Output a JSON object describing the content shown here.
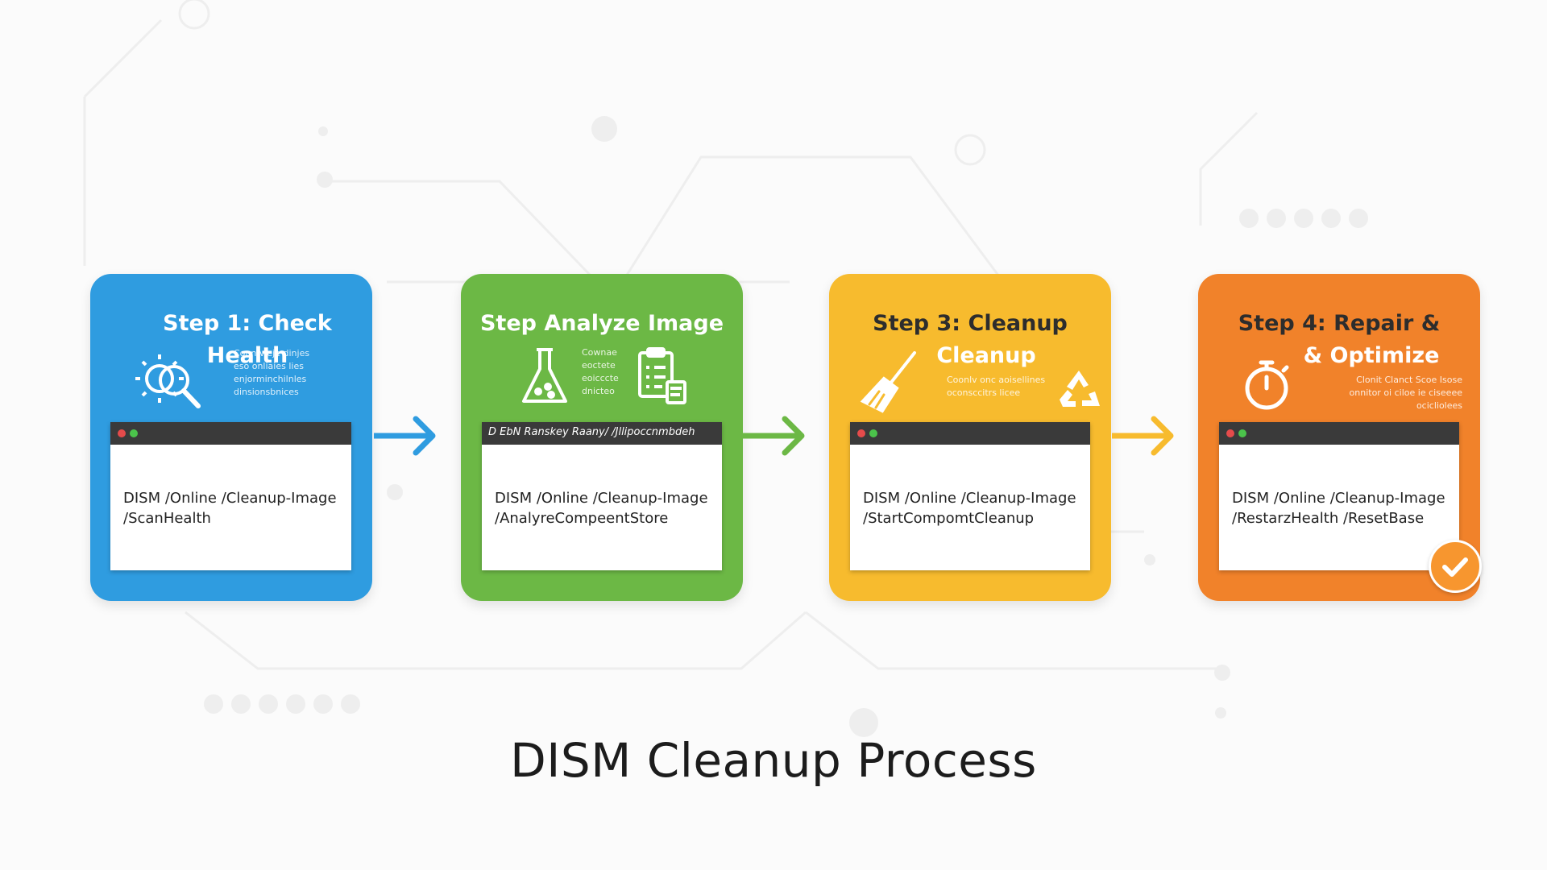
{
  "title": "DISM Cleanup Process",
  "steps": [
    {
      "title": "Step 1: Check Health",
      "icon": "gear-magnifier-icon",
      "desc": [
        "Conn vieje dinjes",
        "eso onliaies lies",
        "enjorminchilnles",
        "dinsionsbnices"
      ],
      "terminal_bar": "",
      "cmd": [
        "DISM /Online /Cleanup-Image",
        "/ScanHealth"
      ],
      "arrow_color": "#2f9ce0"
    },
    {
      "title": "Step Analyze Image",
      "icon": "flask-clipboard-icon",
      "desc": [
        "Cownae",
        "eoctete",
        "eoicccte",
        "dnicteo"
      ],
      "terminal_bar": "D EbN  Ranskey Raany/ /Jllipoccnmbdeh",
      "cmd": [
        "DISM /Online /Cleanup-Image",
        "/AnalyreCompeentStore"
      ],
      "arrow_color": "#6cb845"
    },
    {
      "title": "Step 3: Cleanup",
      "title_line2": "Cleanup",
      "icon": "broom-icon",
      "icon2": "recycle-icon",
      "desc": [
        "Coonlv onc aoisellines",
        "oconsccitrs licee"
      ],
      "terminal_bar": "",
      "cmd": [
        "DISM /Online /Cleanup-Image",
        "/StartCompomtCleanup"
      ],
      "arrow_color": "#f7bb2e"
    },
    {
      "title": "Step 4: Repair &",
      "title_line2": "& Optimize",
      "icon": "stopwatch-icon",
      "desc": [
        "Clonit Clanct Scoe Isose",
        "onnitor oi ciloe ie ciseeee",
        "ocicliolees"
      ],
      "terminal_bar": "",
      "cmd": [
        "DISM /Online /Cleanup-Image",
        "/RestarzHealth /ResetBase"
      ],
      "badge": "check-icon"
    }
  ]
}
